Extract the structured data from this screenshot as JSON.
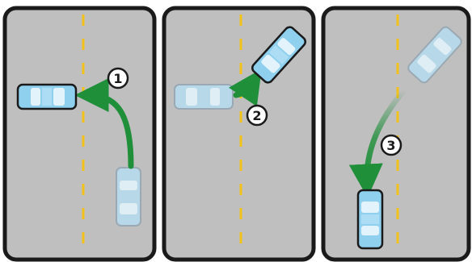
{
  "panels": [
    {
      "step_label": "①",
      "step_number": 1,
      "cars": [
        {
          "role": "turning-car",
          "orientation": "horizontal-left",
          "faded": false
        },
        {
          "role": "start-position",
          "orientation": "vertical",
          "faded": true
        }
      ]
    },
    {
      "step_label": "②",
      "step_number": 2,
      "cars": [
        {
          "role": "previous-position",
          "orientation": "horizontal",
          "faded": true
        },
        {
          "role": "backing-car",
          "orientation": "angled",
          "faded": false
        }
      ]
    },
    {
      "step_label": "③",
      "step_number": 3,
      "cars": [
        {
          "role": "previous-position",
          "orientation": "angled",
          "faded": true
        },
        {
          "role": "final-car",
          "orientation": "vertical",
          "faded": false
        }
      ]
    }
  ],
  "colors": {
    "road": "#bfbfbf",
    "border": "#1a1a1a",
    "lane_line": "#f2c21b",
    "car_body": "#8fd0ef",
    "car_window": "#ffffff",
    "car_outline": "#1a1a1a",
    "arrow": "#1f8f3a",
    "label_bg": "#ffffff"
  },
  "icons": [
    "car-icon",
    "green-curved-arrow-icon",
    "circled-number-icon"
  ]
}
